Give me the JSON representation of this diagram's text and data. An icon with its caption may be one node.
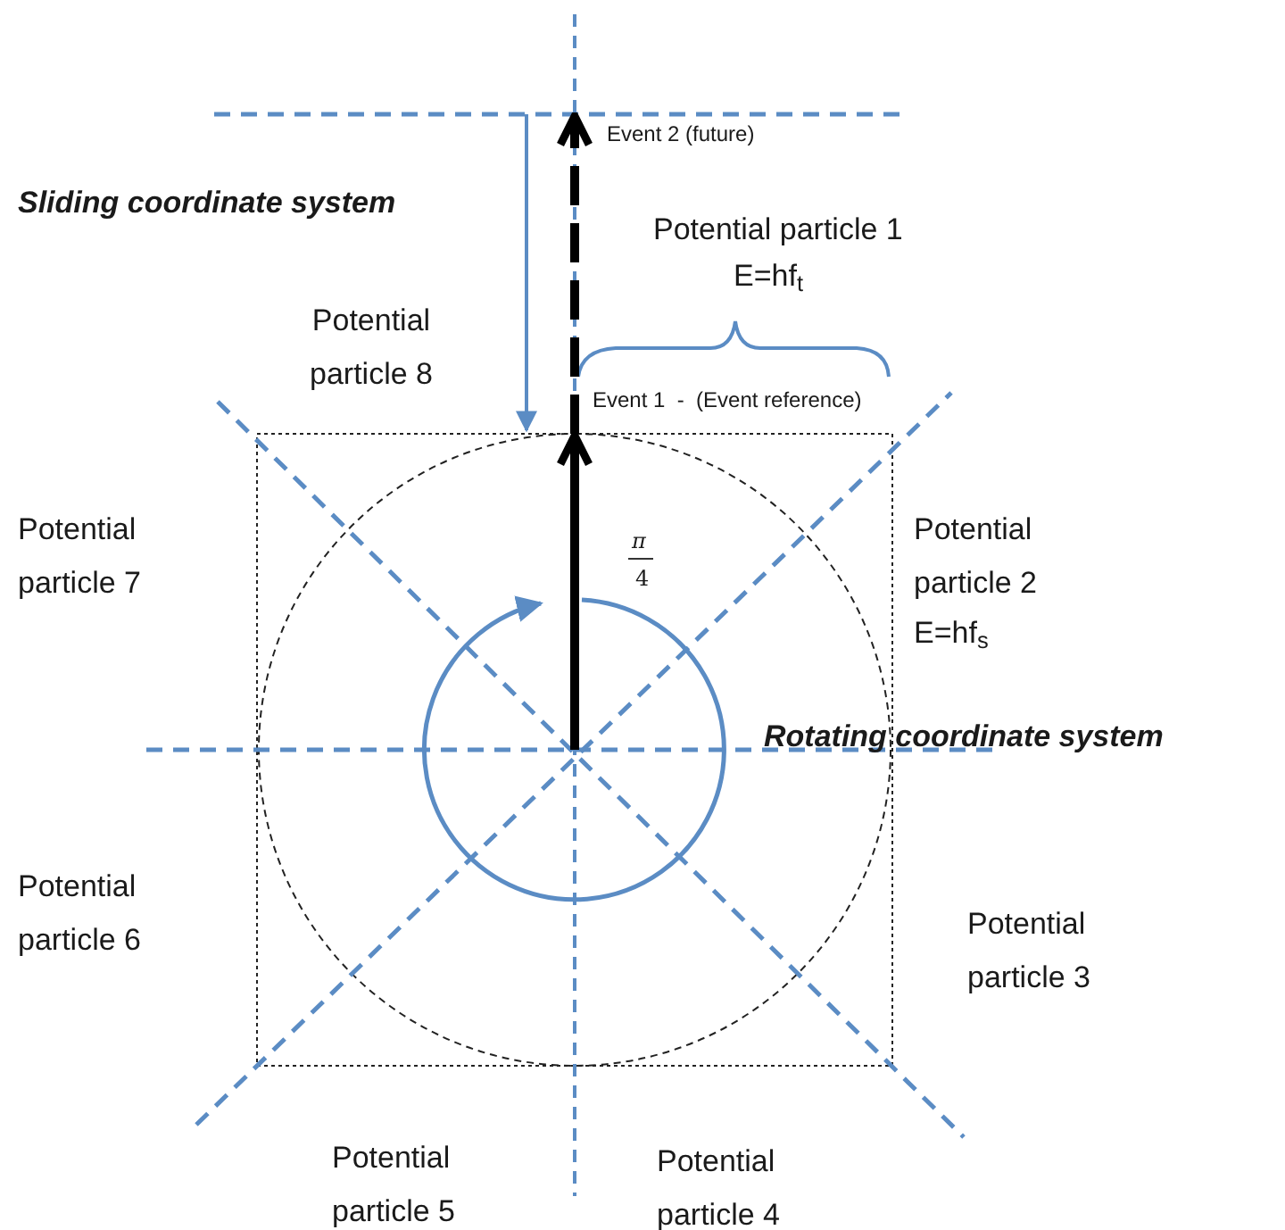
{
  "diagram": {
    "nodes": [
      {
        "text": [
          "Event 2 (future)"
        ]
      },
      {
        "text": [
          "Event 1  -  (Event reference)"
        ]
      }
    ],
    "edges": [
      {
        "from": null,
        "to": 1,
        "arrow": "to"
      },
      {
        "from": 1,
        "to": 0,
        "arrow": "to",
        "style": "dashed"
      }
    ],
    "labels": [
      "Sliding coordinate system",
      "Potential particle 1",
      "E=hf$_{t}$",
      "Potential particle 8",
      "Potential particle 2",
      "E=hf$_{s}$",
      "Potential particle 7",
      "π",
      "4",
      "Rotating coordinate system",
      "Potential particle 6",
      "Potential particle 3",
      "Potential particle 5",
      "Potential particle 4"
    ]
  }
}
